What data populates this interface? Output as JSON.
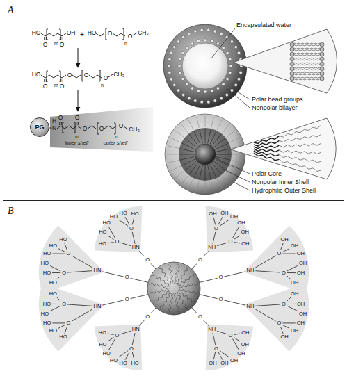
{
  "diagram": {
    "nodes": [
      {
        "text": [
          "A"
        ]
      },
      {
        "text": [
          "PG"
        ],
        "in": 0
      },
      {
        "text": [
          "B"
        ]
      }
    ],
    "labels": [
      "HO",
      "O",
      "m",
      "O",
      "OH",
      "+",
      "HO",
      "O",
      "n",
      "O",
      "CH₃",
      "HO",
      "O",
      "m",
      "O",
      "O",
      "O",
      "n",
      "O",
      "CH₃",
      "H",
      "N",
      "O",
      "m",
      "O",
      "O",
      "O",
      "n",
      "O",
      "CH₃",
      "inner shell",
      "outer shell",
      "Encapsulated water",
      "Polar head groups",
      "Nonpolar bilayer",
      "Polar Core",
      "Nonpolar Inner Shell",
      "Hydrophilic Outer Shell",
      "O",
      "HN",
      "O",
      "O",
      "HO",
      "HO",
      "HO",
      "HO",
      "HO",
      "HO",
      "O",
      "NH",
      "O",
      "O",
      "OH",
      "OH",
      "OH",
      "OH",
      "OH",
      "OH",
      "O",
      "NH",
      "O",
      "O",
      "OH",
      "OH",
      "OH",
      "OH",
      "OH",
      "OH",
      "O",
      "NH",
      "O",
      "O",
      "OH",
      "OH",
      "OH",
      "OH",
      "OH",
      "OH",
      "O",
      "NH",
      "O",
      "O",
      "OH",
      "OH",
      "OH",
      "OH",
      "OH",
      "OH",
      "O",
      "HN",
      "O",
      "O",
      "HO",
      "HO",
      "HO",
      "HO",
      "HO",
      "HO",
      "O",
      "HN",
      "O",
      "O",
      "HO",
      "HO",
      "HO",
      "HO",
      "HO",
      "HO",
      "O",
      "HN",
      "O",
      "O",
      "HO",
      "HO",
      "HO",
      "HO",
      "HO",
      "HO"
    ]
  }
}
